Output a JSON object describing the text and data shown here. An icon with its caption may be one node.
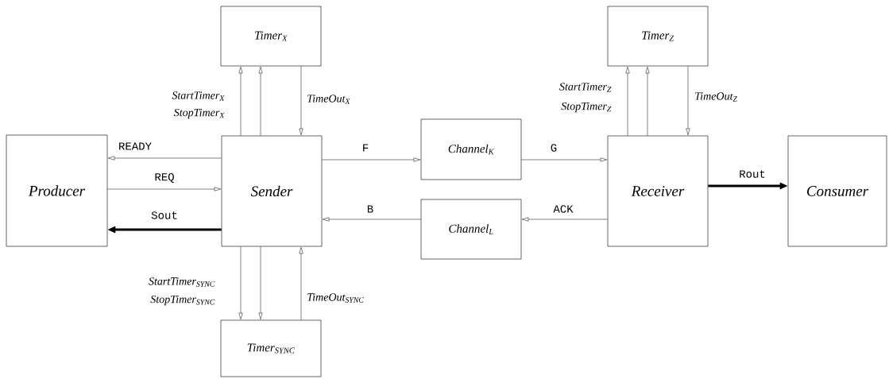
{
  "diagram": {
    "nodes": [
      {
        "text": [
          "Producer"
        ]
      },
      {
        "text": [
          "Timer$_{X}$"
        ]
      },
      {
        "text": [
          "Sender"
        ]
      },
      {
        "text": [
          "Channel$_{K}$"
        ]
      },
      {
        "text": [
          "Channel$_{L}$"
        ]
      },
      {
        "text": [
          "Timer$_{Z}$"
        ]
      },
      {
        "text": [
          "Receiver"
        ]
      },
      {
        "text": [
          "Consumer"
        ]
      },
      {
        "text": [
          "Timer$_{SYNC}$"
        ]
      }
    ],
    "edges": [
      {
        "from": 2,
        "to": 0,
        "arrow": "to",
        "label": "READY"
      },
      {
        "from": 0,
        "to": 2,
        "arrow": "to",
        "label": "REQ"
      },
      {
        "from": 2,
        "to": 0,
        "arrow": "to",
        "label": "Sout",
        "style": "thick"
      },
      {
        "from": 2,
        "to": 1,
        "arrow": "to",
        "label": "StartTimer$_{X}$"
      },
      {
        "from": 2,
        "to": 1,
        "arrow": "to",
        "label": "StopTimer$_{X}$"
      },
      {
        "from": 1,
        "to": 2,
        "arrow": "to",
        "label": "TimeOut$_{X}$"
      },
      {
        "from": 2,
        "to": 3,
        "arrow": "to",
        "label": "F"
      },
      {
        "from": 3,
        "to": 6,
        "arrow": "to",
        "label": "G"
      },
      {
        "from": 6,
        "to": 4,
        "arrow": "to",
        "label": "ACK"
      },
      {
        "from": 4,
        "to": 2,
        "arrow": "to",
        "label": "B"
      },
      {
        "from": 6,
        "to": 5,
        "arrow": "to",
        "label": "StartTimer$_{Z}$"
      },
      {
        "from": 6,
        "to": 5,
        "arrow": "to",
        "label": "StopTimer$_{Z}$"
      },
      {
        "from": 5,
        "to": 6,
        "arrow": "to",
        "label": "TimeOut$_{Z}$"
      },
      {
        "from": 6,
        "to": 7,
        "arrow": "to",
        "label": "Rout",
        "style": "thick"
      },
      {
        "from": 2,
        "to": 8,
        "arrow": "to",
        "label": "StartTimer$_{SYNC}$"
      },
      {
        "from": 2,
        "to": 8,
        "arrow": "to",
        "label": "StopTimer$_{SYNC}$"
      },
      {
        "from": 8,
        "to": 2,
        "arrow": "to",
        "label": "TimeOut$_{SYNC}$"
      }
    ]
  }
}
